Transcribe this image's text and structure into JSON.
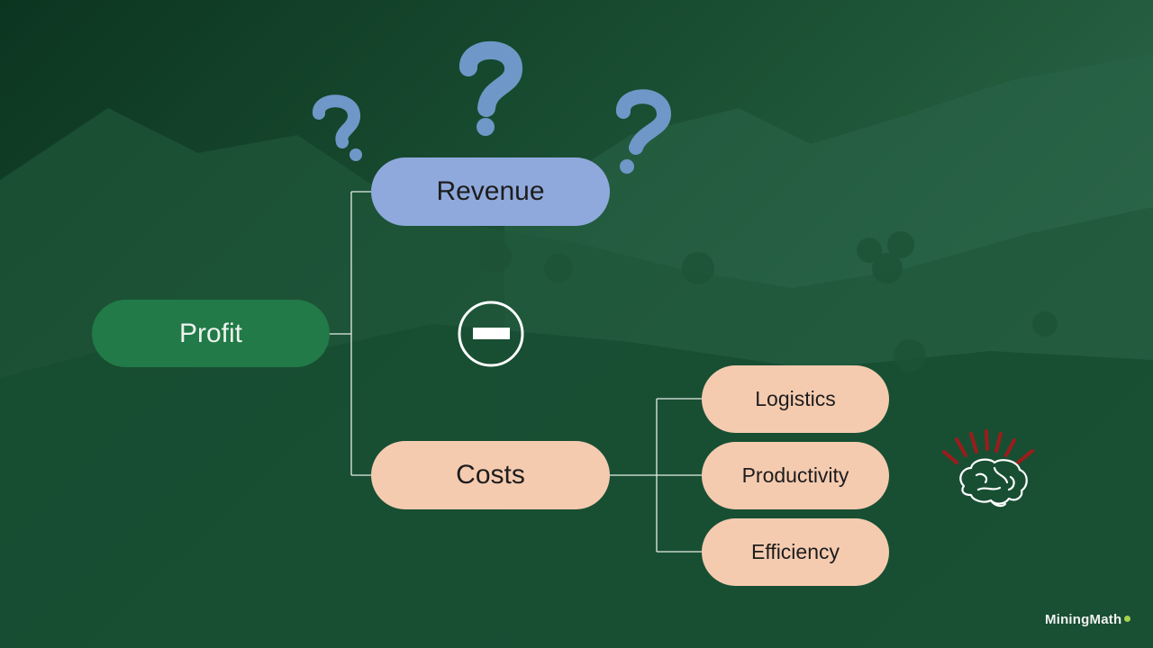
{
  "diagram": {
    "root": {
      "label": "Profit"
    },
    "branches": [
      {
        "label": "Revenue",
        "icon": "question-mark-icons"
      },
      {
        "label": "Costs",
        "icon": "brain-icon"
      }
    ],
    "operator_icon": "minus-circle-icon",
    "cost_drivers": [
      {
        "label": "Logistics"
      },
      {
        "label": "Productivity"
      },
      {
        "label": "Efficiency"
      }
    ]
  },
  "brand": {
    "name": "MiningMath"
  },
  "colors": {
    "profit": "#217a47",
    "revenue": "#8fa9dc",
    "costs": "#f5cbb0",
    "question_marks": "#6f98c8",
    "brain_rays": "#9b1c1c",
    "brand_dot": "#a6d24c"
  }
}
